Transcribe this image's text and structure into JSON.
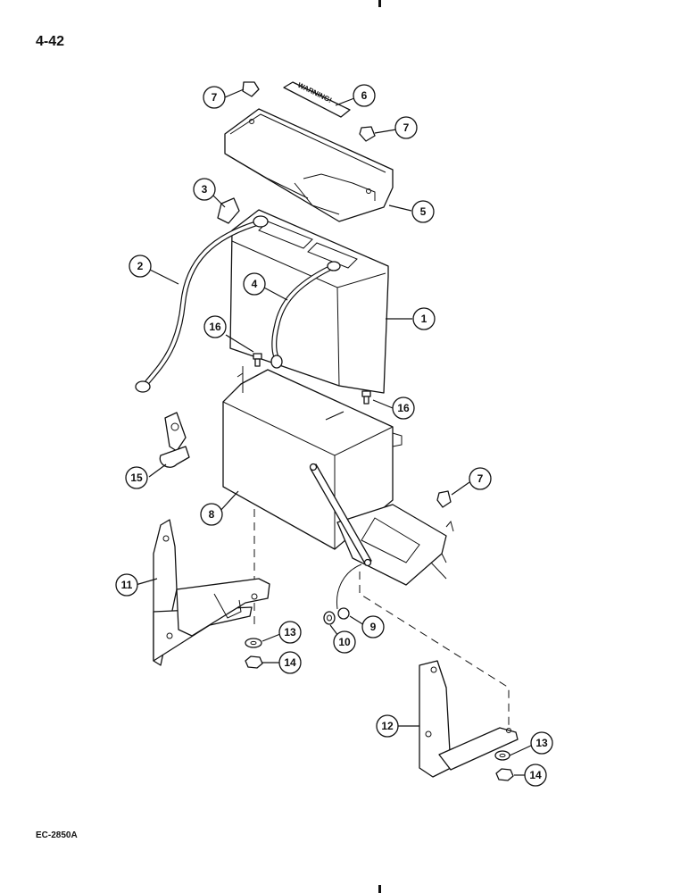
{
  "page_number": "4-42",
  "figure_code": "EC-2850A",
  "warning_decal_text": "WARNING!",
  "callouts": [
    "1",
    "2",
    "3",
    "4",
    "5",
    "6",
    "7",
    "8",
    "9",
    "10",
    "11",
    "12",
    "13",
    "14",
    "15",
    "16"
  ]
}
